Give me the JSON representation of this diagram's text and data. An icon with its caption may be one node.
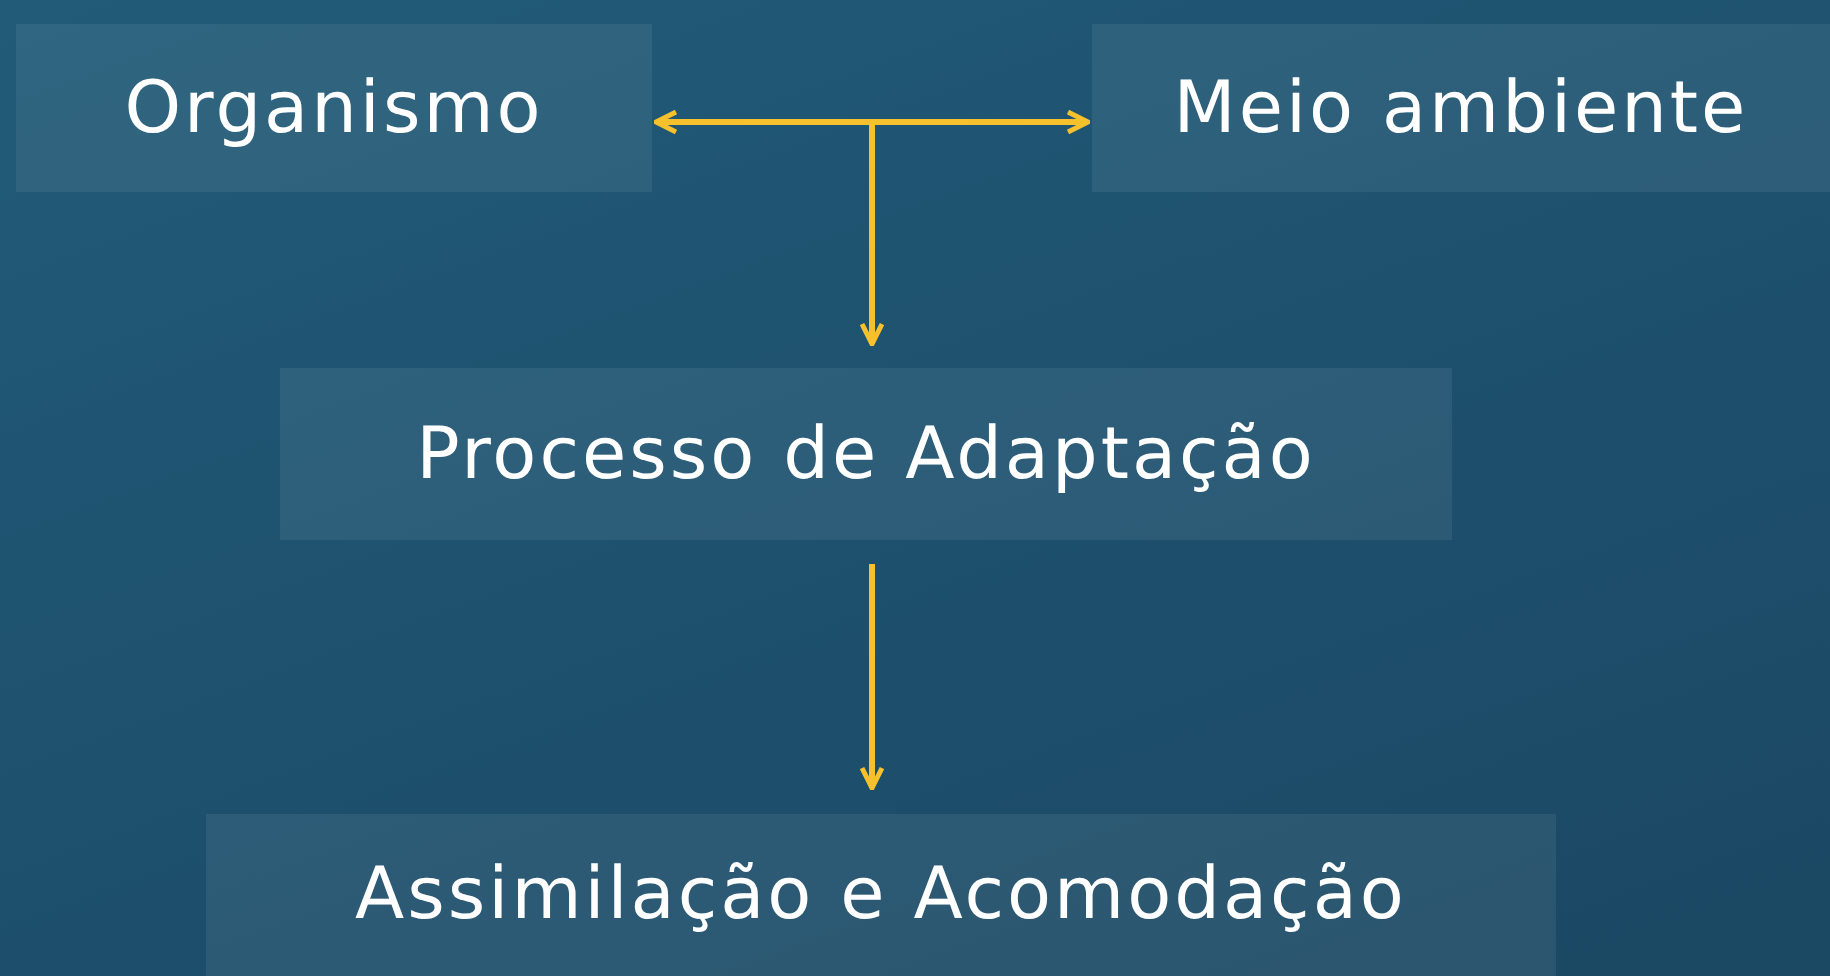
{
  "diagram": {
    "nodes": [
      {
        "text": [
          "Organismo"
        ]
      },
      {
        "text": [
          "Meio ambiente"
        ]
      },
      {
        "text": [
          "Processo de Adaptação"
        ]
      },
      {
        "text": [
          "Assimilação e Acomodação"
        ]
      }
    ],
    "edges": [
      {
        "from": 0,
        "to": 1,
        "arrow": "both"
      },
      {
        "from": null,
        "to": 2,
        "arrow": "to"
      },
      {
        "from": 2,
        "to": 3,
        "arrow": "to"
      }
    ]
  }
}
